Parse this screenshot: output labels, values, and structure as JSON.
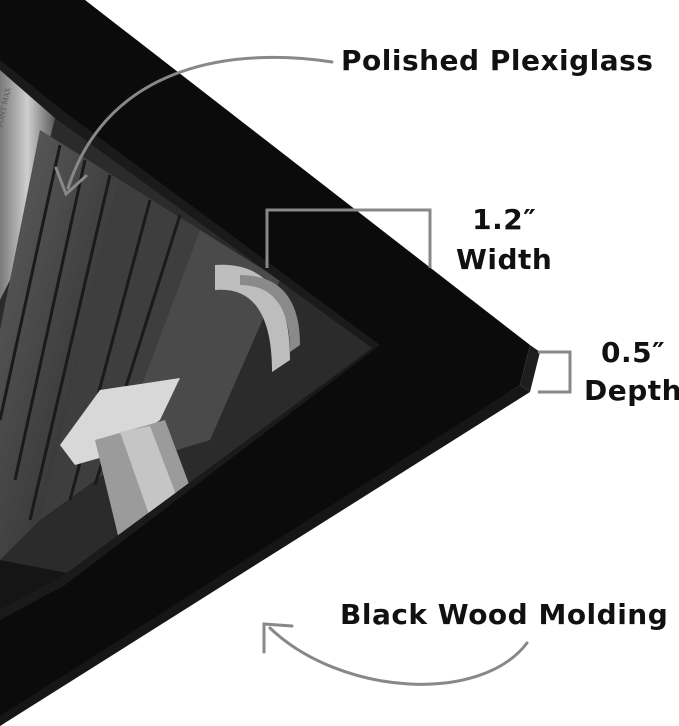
{
  "labels": {
    "plexiglass": "Polished Plexiglass",
    "width_value": "1.2″",
    "width_text": "Width",
    "depth_value": "0.5″",
    "depth_text": "Depth",
    "molding": "Black Wood Molding"
  },
  "photo_inscription": "PONT MAX",
  "colors": {
    "frame": "#0b0b0b",
    "frame_side": "#1e1e1e",
    "annotation": "#888888",
    "text": "#111111",
    "background": "#ffffff"
  }
}
